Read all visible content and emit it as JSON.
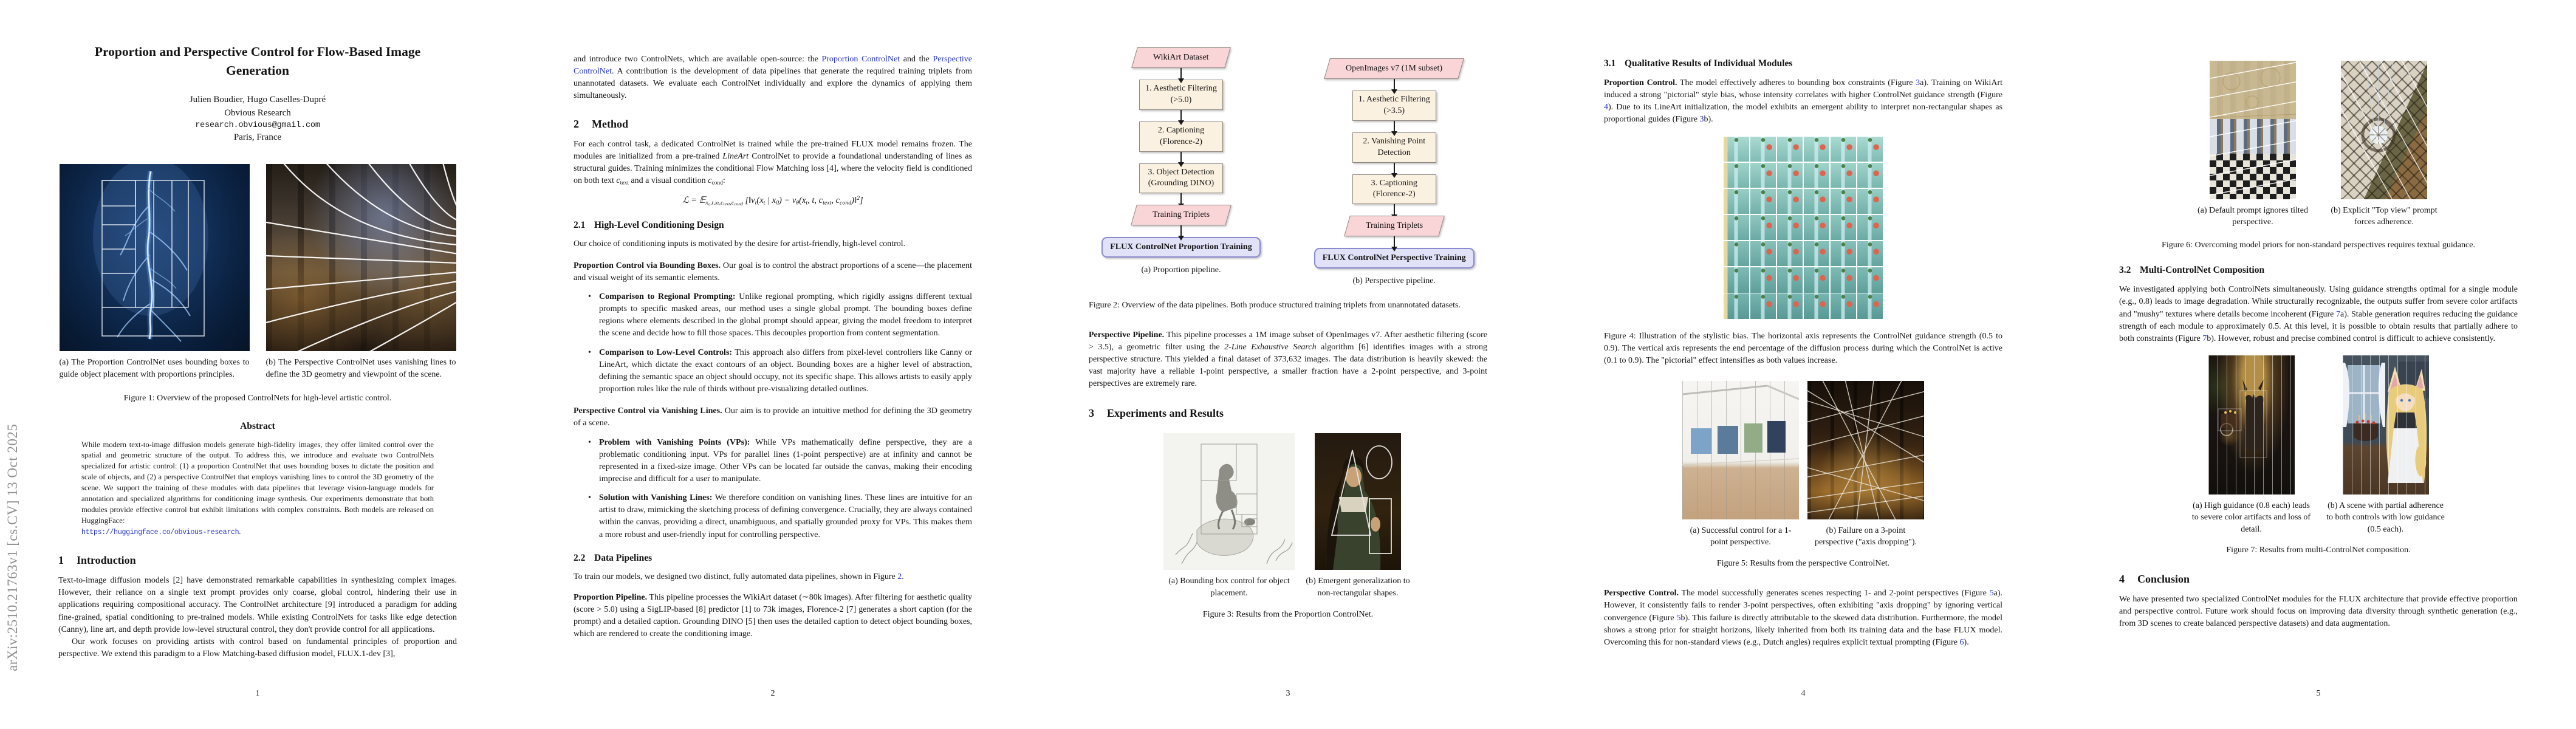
{
  "colors": {
    "link_blue": "#2633cc",
    "sidebar_gray": "#8f8f8f",
    "flowchart_io_pink": "#f9d5d7",
    "flowchart_step_cream": "#fbf1e0",
    "flowchart_train_lavender": "#e1e1f7"
  },
  "arxiv_sidebar": "arXiv:2510.21763v1  [cs.CV]  13 Oct 2025",
  "page1": {
    "title": "Proportion and Perspective Control for Flow-Based Image Generation",
    "authors": "Julien Boudier, Hugo Caselles-Dupré",
    "affiliation": "Obvious Research",
    "email": "research.obvious@gmail.com",
    "location": "Paris, France",
    "fig1": {
      "cap_a": "(a) The Proportion ControlNet uses bounding boxes to guide object placement with proportions principles.",
      "cap_b": "(b) The Perspective ControlNet uses vanishing lines to define the 3D geometry and viewpoint of the scene.",
      "caption": "Figure 1: Overview of the proposed ControlNets for high-level artistic control."
    },
    "abstract_heading": "Abstract",
    "abstract_rich": [
      [
        "",
        "While modern text-to-image diffusion models generate high-fidelity images, they offer limited control over the spatial and geometric structure of the output. To address this, we introduce and evaluate two ControlNets specialized for artistic control: (1) a proportion ControlNet that uses bounding boxes to dictate the position and scale of objects, and (2) a perspective ControlNet that employs vanishing lines to control the 3D geometry of the scene. We support the training of these modules with data pipelines that leverage vision-language models for annotation and specialized algorithms for conditioning image synthesis. Our experiments demonstrate that both modules provide effective control but exhibit limitations with complex constraints. Both models are released on HuggingFace:"
      ],
      [
        "br",
        ""
      ],
      [
        "lm",
        "https://huggingface.co/obvious-research"
      ],
      [
        "",
        "."
      ]
    ],
    "sec1": {
      "num": "1",
      "t": "Introduction"
    },
    "intro_p1": "Text-to-image diffusion models [2] have demonstrated remarkable capabilities in synthesizing complex images. However, their reliance on a single text prompt provides only coarse, global control, hindering their use in applications requiring compositional accuracy. The ControlNet architecture [9] introduced a paradigm for adding fine-grained, spatial conditioning to pre-trained models. While existing ControlNets for tasks like edge detection (Canny), line art, and depth provide low-level structural control, they don't provide control for all applications.",
    "intro_p2": "Our work focuses on providing artists with control based on fundamental principles of proportion and perspective. We extend this paradigm to a Flow Matching-based diffusion model, FLUX.1-dev [3],",
    "pageno": "1"
  },
  "page2": {
    "p1_rich": [
      [
        "",
        "and introduce two ControlNets, which are available open-source: the "
      ],
      [
        "l",
        "Proportion ControlNet"
      ],
      [
        "",
        " and the "
      ],
      [
        "l",
        "Perspective ControlNet"
      ],
      [
        "",
        ". A contribution is the development of data pipelines that generate the required training triplets from unannotated datasets. We evaluate each ControlNet individually and explore the dynamics of applying them simultaneously."
      ]
    ],
    "sec2": {
      "num": "2",
      "t": "Method"
    },
    "method_rich": [
      [
        "",
        "For each control task, a dedicated ControlNet is trained while the pre-trained FLUX model remains frozen. The modules are initialized from a pre-trained "
      ],
      [
        "i",
        "LineArt"
      ],
      [
        "",
        " ControlNet to provide a foundational understanding of lines as structural guides. Training minimizes the conditional Flow Matching loss [4], where the velocity field is conditioned on both text "
      ],
      [
        "i",
        "c"
      ],
      [
        "sub",
        "text"
      ],
      [
        "",
        " and a visual condition "
      ],
      [
        "i",
        "c"
      ],
      [
        "sub",
        "cond"
      ],
      [
        "",
        ":"
      ]
    ],
    "formula_rich": [
      [
        "",
        "ℒ = 𝔼"
      ],
      [
        "sub",
        "x₀,t,xₜ,c"
      ],
      [
        "subsub",
        "text"
      ],
      [
        "sub",
        ",c"
      ],
      [
        "subsub",
        "cond"
      ],
      [
        "",
        " [‖v"
      ],
      [
        "sub",
        "t"
      ],
      [
        "",
        "(x"
      ],
      [
        "sub",
        "t"
      ],
      [
        "",
        " | x"
      ],
      [
        "sub",
        "0"
      ],
      [
        "",
        ") − v"
      ],
      [
        "sub",
        "θ"
      ],
      [
        "",
        "(x"
      ],
      [
        "sub",
        "t"
      ],
      [
        "",
        ", t, c"
      ],
      [
        "sub",
        "text"
      ],
      [
        "",
        ", c"
      ],
      [
        "sub",
        "cond"
      ],
      [
        "",
        ")‖"
      ],
      [
        "sup",
        "2"
      ],
      [
        "",
        "]"
      ]
    ],
    "sec21": {
      "num": "2.1",
      "t": "High-Level Conditioning Design"
    },
    "p21": "Our choice of conditioning inputs is motivated by the desire for artist-friendly, high-level control.",
    "prop_lead_rich": [
      [
        "b",
        "Proportion Control via Bounding Boxes."
      ],
      [
        "",
        "   Our goal is to control the abstract proportions of a scene—the placement and visual weight of its semantic elements."
      ]
    ],
    "bullets1": [
      [
        [
          "b",
          "Comparison to Regional Prompting:"
        ],
        [
          "",
          " Unlike regional prompting, which rigidly assigns different textual prompts to specific masked areas, our method uses a single global prompt. The bounding boxes define regions where elements described in the global prompt should appear, giving the model freedom to interpret the scene and decide how to fill those spaces. This decouples proportion from content segmentation."
        ]
      ],
      [
        [
          "b",
          "Comparison to Low-Level Controls:"
        ],
        [
          "",
          " This approach also differs from pixel-level controllers like Canny or LineArt, which dictate the exact contours of an object. Bounding boxes are a higher level of abstraction, defining the semantic space an object should occupy, not its specific shape. This allows artists to easily apply proportion rules like the rule of thirds without pre-visualizing detailed outlines."
        ]
      ]
    ],
    "persp_lead_rich": [
      [
        "b",
        "Perspective Control via Vanishing Lines."
      ],
      [
        "",
        "   Our aim is to provide an intuitive method for defining the 3D geometry of a scene."
      ]
    ],
    "bullets2": [
      [
        [
          "b",
          "Problem with Vanishing Points (VPs):"
        ],
        [
          "",
          " While VPs mathematically define perspective, they are a problematic conditioning input. VPs for parallel lines (1-point perspective) are at infinity and cannot be represented in a fixed-size image. Other VPs can be located far outside the canvas, making their encoding imprecise and difficult for a user to manipulate."
        ]
      ],
      [
        [
          "b",
          "Solution with Vanishing Lines:"
        ],
        [
          "",
          " We therefore condition on vanishing lines. These lines are intuitive for an artist to draw, mimicking the sketching process of defining convergence. Crucially, they are always contained within the canvas, providing a direct, unambiguous, and spatially grounded proxy for VPs. This makes them a more robust and user-friendly input for controlling perspective."
        ]
      ]
    ],
    "sec22": {
      "num": "2.2",
      "t": "Data Pipelines"
    },
    "p22_rich": [
      [
        "",
        "To train our models, we designed two distinct, fully automated data pipelines, shown in Figure "
      ],
      [
        "l",
        "2"
      ],
      [
        "",
        "."
      ]
    ],
    "prop_pipe_rich": [
      [
        "b",
        "Proportion Pipeline."
      ],
      [
        "",
        "   This pipeline processes the WikiArt dataset (∼80k images). After filtering for aesthetic quality (score > 5.0) using a SigLIP-based [8] predictor [1] to 73k images, Florence-2 [7] generates a short caption (for the prompt) and a detailed caption. Grounding DINO [5] then uses the detailed caption to detect object bounding boxes, which are rendered to create the conditioning image."
      ]
    ],
    "pageno": "2"
  },
  "page3": {
    "fig2": {
      "a": {
        "source": "WikiArt Dataset",
        "steps": [
          "1.  Aesthetic Filtering (>5.0)",
          "2.  Captioning (Florence-2)",
          "3.  Object Detection (Grounding DINO)"
        ],
        "output": "Training Triplets",
        "train": "FLUX ControlNet Proportion Training",
        "cap": "(a) Proportion pipeline."
      },
      "b": {
        "source": "OpenImages v7 (1M subset)",
        "steps": [
          "1.  Aesthetic Filtering (>3.5)",
          "2.  Vanishing Point Detection",
          "3.  Captioning (Florence-2)"
        ],
        "output": "Training Triplets",
        "train": "FLUX ControlNet Perspective Training",
        "cap": "(b) Perspective pipeline."
      },
      "caption": "Figure 2: Overview of the data pipelines.  Both produce structured training triplets from unannotated datasets."
    },
    "persp_pipe_rich": [
      [
        "b",
        "Perspective Pipeline."
      ],
      [
        "",
        "   This pipeline processes a 1M image subset of OpenImages v7. After aesthetic filtering (score > 3.5), a geometric filter using the "
      ],
      [
        "i",
        "2-Line Exhaustive Search"
      ],
      [
        "",
        " algorithm [6] identifies images with a strong perspective structure. This yielded a final dataset of 373,632 images. The data distribution is heavily skewed: the vast majority have a reliable 1-point perspective, a smaller fraction have a 2-point perspective, and 3-point perspectives are extremely rare."
      ]
    ],
    "sec3": {
      "num": "3",
      "t": "Experiments and Results"
    },
    "fig3": {
      "cap_a": "(a) Bounding box control for object placement.",
      "cap_b": "(b) Emergent generalization to non-rectangular shapes.",
      "caption": "Figure 3: Results from the Proportion ControlNet."
    },
    "pageno": "3"
  },
  "page4": {
    "sec31": {
      "num": "3.1",
      "t": "Qualitative Results of Individual Modules"
    },
    "prop_ctrl_rich": [
      [
        "b",
        "Proportion Control."
      ],
      [
        "",
        "   The model effectively adheres to bounding box constraints (Figure "
      ],
      [
        "l",
        "3"
      ],
      [
        "",
        "a). Training on WikiArt induced a strong \"pictorial\" style bias, whose intensity correlates with higher ControlNet guidance strength (Figure "
      ],
      [
        "l",
        "4"
      ],
      [
        "",
        "). Due to its LineArt initialization, the model exhibits an emergent ability to interpret non-rectangular shapes as proportional guides (Figure "
      ],
      [
        "l",
        "3"
      ],
      [
        "",
        "b)."
      ]
    ],
    "fig4": {
      "caption": "Figure 4: Illustration of the stylistic bias. The horizontal axis represents the ControlNet guidance strength (0.5 to 0.9). The vertical axis represents the end percentage of the diffusion process during which the ControlNet is active (0.1 to 0.9). The \"pictorial\" effect intensifies as both values increase.",
      "grid": {
        "cols": 6,
        "rows": 7,
        "strip": "#e9d7a0",
        "accent": "#dd6450",
        "leaf": "#4e8049",
        "glass": "rgba(208,238,242,0.75)",
        "row_tops": [
          "#aadbd2",
          "#a0d4cb",
          "#97cdc5",
          "#8ec7bf",
          "#86c1ba",
          "#7ebbb5",
          "#76b5b0"
        ],
        "row_bases": [
          "#7fbcb4",
          "#78b6ae",
          "#71b0a9",
          "#6aaaa4",
          "#64a49f",
          "#5e9f9a",
          "#589995"
        ]
      }
    },
    "fig5": {
      "cap_a": "(a) Successful control for a 1-point perspective.",
      "cap_b": "(b) Failure on a 3-point perspective (\"axis dropping\").",
      "caption": "Figure 5: Results from the perspective ControlNet."
    },
    "persp_ctrl_rich": [
      [
        "b",
        "Perspective Control."
      ],
      [
        "",
        "   The model successfully generates scenes respecting 1- and 2-point perspectives (Figure "
      ],
      [
        "l",
        "5"
      ],
      [
        "",
        "a). However, it consistently fails to render 3-point perspectives, often exhibiting \"axis dropping\" by ignoring vertical convergence (Figure "
      ],
      [
        "l",
        "5"
      ],
      [
        "",
        "b). This failure is directly attributable to the skewed data distribution. Furthermore, the model shows a strong prior for straight horizons, likely inherited from both its training data and the base FLUX model. Overcoming this for non-standard views (e.g., Dutch angles) requires explicit textual prompting (Figure "
      ],
      [
        "l",
        "6"
      ],
      [
        "",
        ")."
      ]
    ],
    "pageno": "4"
  },
  "page5": {
    "fig6": {
      "cap_a": "(a) Default prompt ignores tilted perspective.",
      "cap_b": "(b) Explicit \"Top view\" prompt forces adherence.",
      "caption": "Figure 6: Overcoming model priors for non-standard perspectives requires textual guidance."
    },
    "sec32": {
      "num": "3.2",
      "t": "Multi-ControlNet Composition"
    },
    "multi_rich": [
      [
        "",
        "We investigated applying both ControlNets simultaneously. Using guidance strengths optimal for a single module (e.g., 0.8) leads to image degradation. While structurally recognizable, the outputs suffer from severe color artifacts and \"mushy\" textures where details become incoherent (Figure "
      ],
      [
        "l",
        "7"
      ],
      [
        "",
        "a). Stable generation requires reducing the guidance strength of each module to approximately 0.5. At this level, it is possible to obtain results that partially adhere to both constraints (Figure "
      ],
      [
        "l",
        "7"
      ],
      [
        "",
        "b). However, robust and precise combined control is difficult to achieve consistently."
      ]
    ],
    "fig7": {
      "cap_a": "(a) High guidance (0.8 each) leads to severe color artifacts and loss of detail.",
      "cap_b": "(b) A scene with partial adherence to both controls with low guidance (0.5 each).",
      "caption": "Figure 7: Results from multi-ControlNet composition."
    },
    "sec4": {
      "num": "4",
      "t": "Conclusion"
    },
    "conclusion": "We have presented two specialized ControlNet modules for the FLUX architecture that provide effective proportion and perspective control. Future work should focus on improving data diversity through synthetic generation (e.g., from 3D scenes to create balanced perspective datasets) and data augmentation.",
    "pageno": "5"
  }
}
